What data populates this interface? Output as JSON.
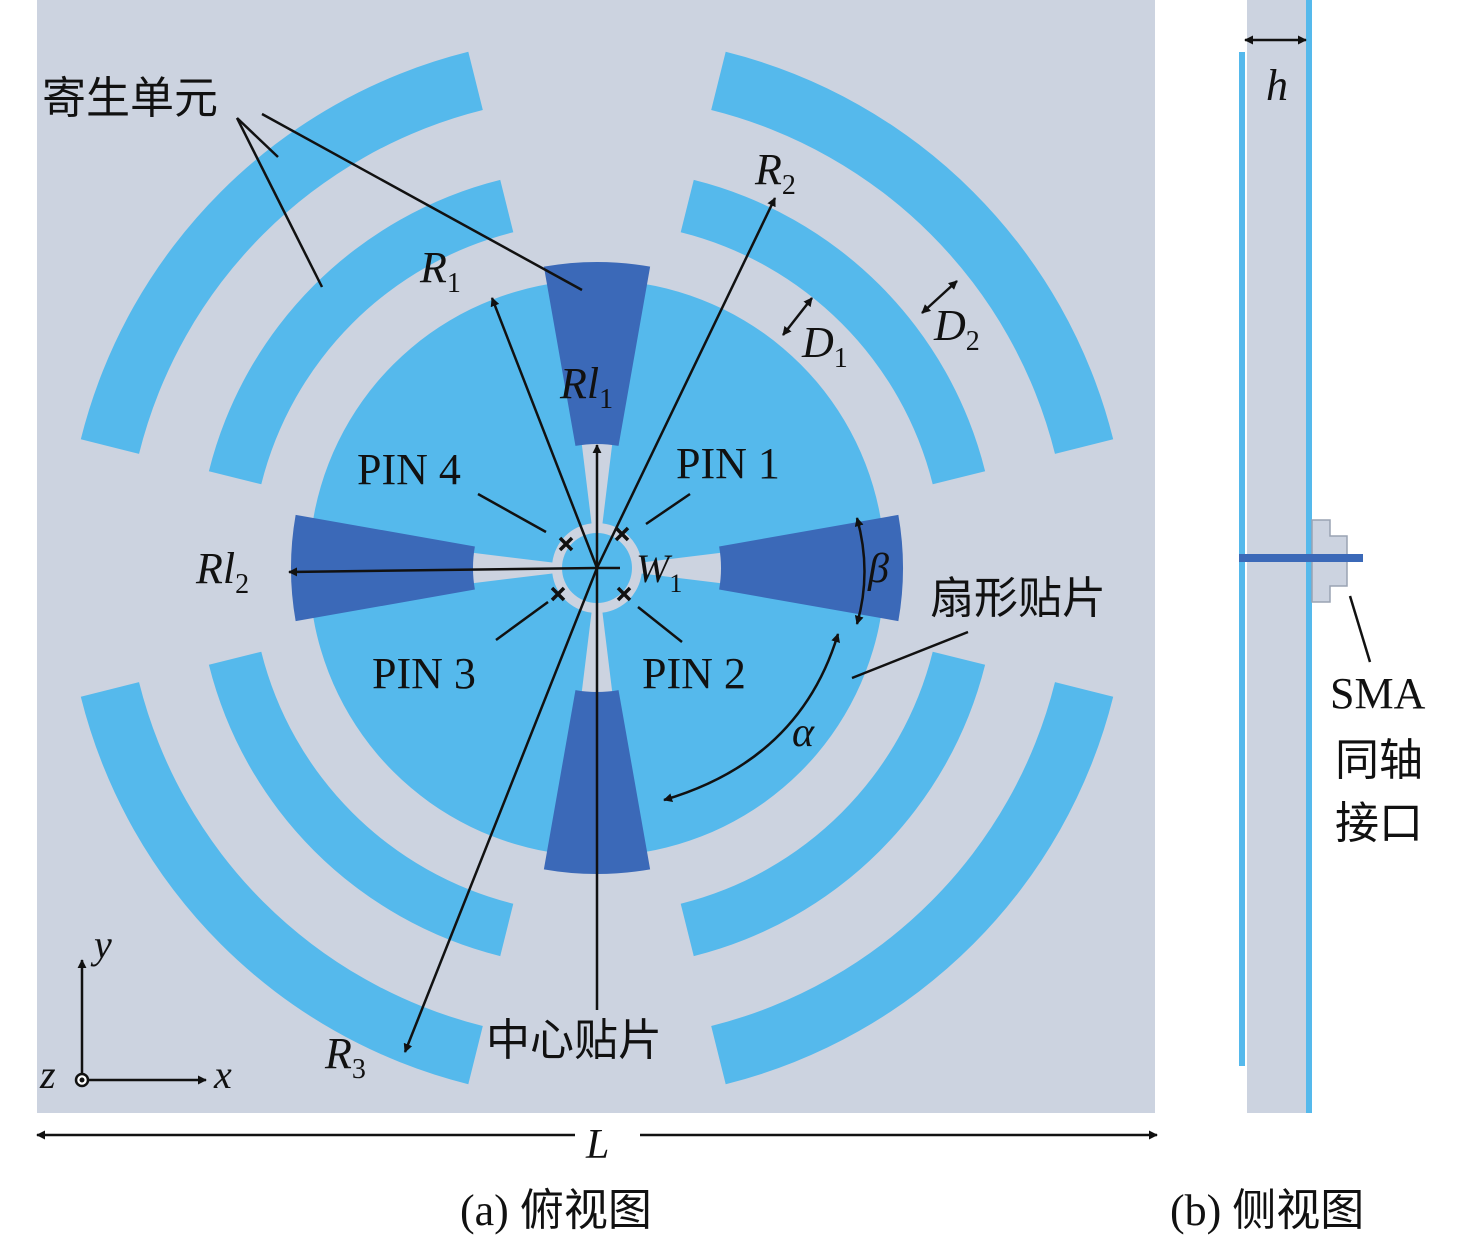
{
  "colors": {
    "substrate": "#ccd3e0",
    "light_patch": "#55b9ec",
    "dark_patch": "#3b69b8",
    "ink": "#111111"
  },
  "top_view": {
    "caption": "(a) 俯视图",
    "labels": {
      "parasitic": "寄生单元",
      "sector_patch": "扇形贴片",
      "center_patch": "中心贴片",
      "pin1": "PIN 1",
      "pin2": "PIN 2",
      "pin3": "PIN 3",
      "pin4": "PIN 4",
      "R1": "R",
      "R1_sub": "1",
      "R2": "R",
      "R2_sub": "2",
      "R3": "R",
      "R3_sub": "3",
      "Rl1": "Rl",
      "Rl1_sub": "1",
      "Rl2": "Rl",
      "Rl2_sub": "2",
      "D1": "D",
      "D1_sub": "1",
      "D2": "D",
      "D2_sub": "2",
      "W1": "W",
      "W1_sub": "1",
      "alpha": "α",
      "beta": "β",
      "L": "L",
      "axis_x": "x",
      "axis_y": "y",
      "axis_z": "z"
    }
  },
  "side_view": {
    "caption": "(b) 侧视图",
    "labels": {
      "h": "h",
      "sma_line1": "SMA",
      "sma_line2": "同轴",
      "sma_line3": "接口"
    }
  }
}
